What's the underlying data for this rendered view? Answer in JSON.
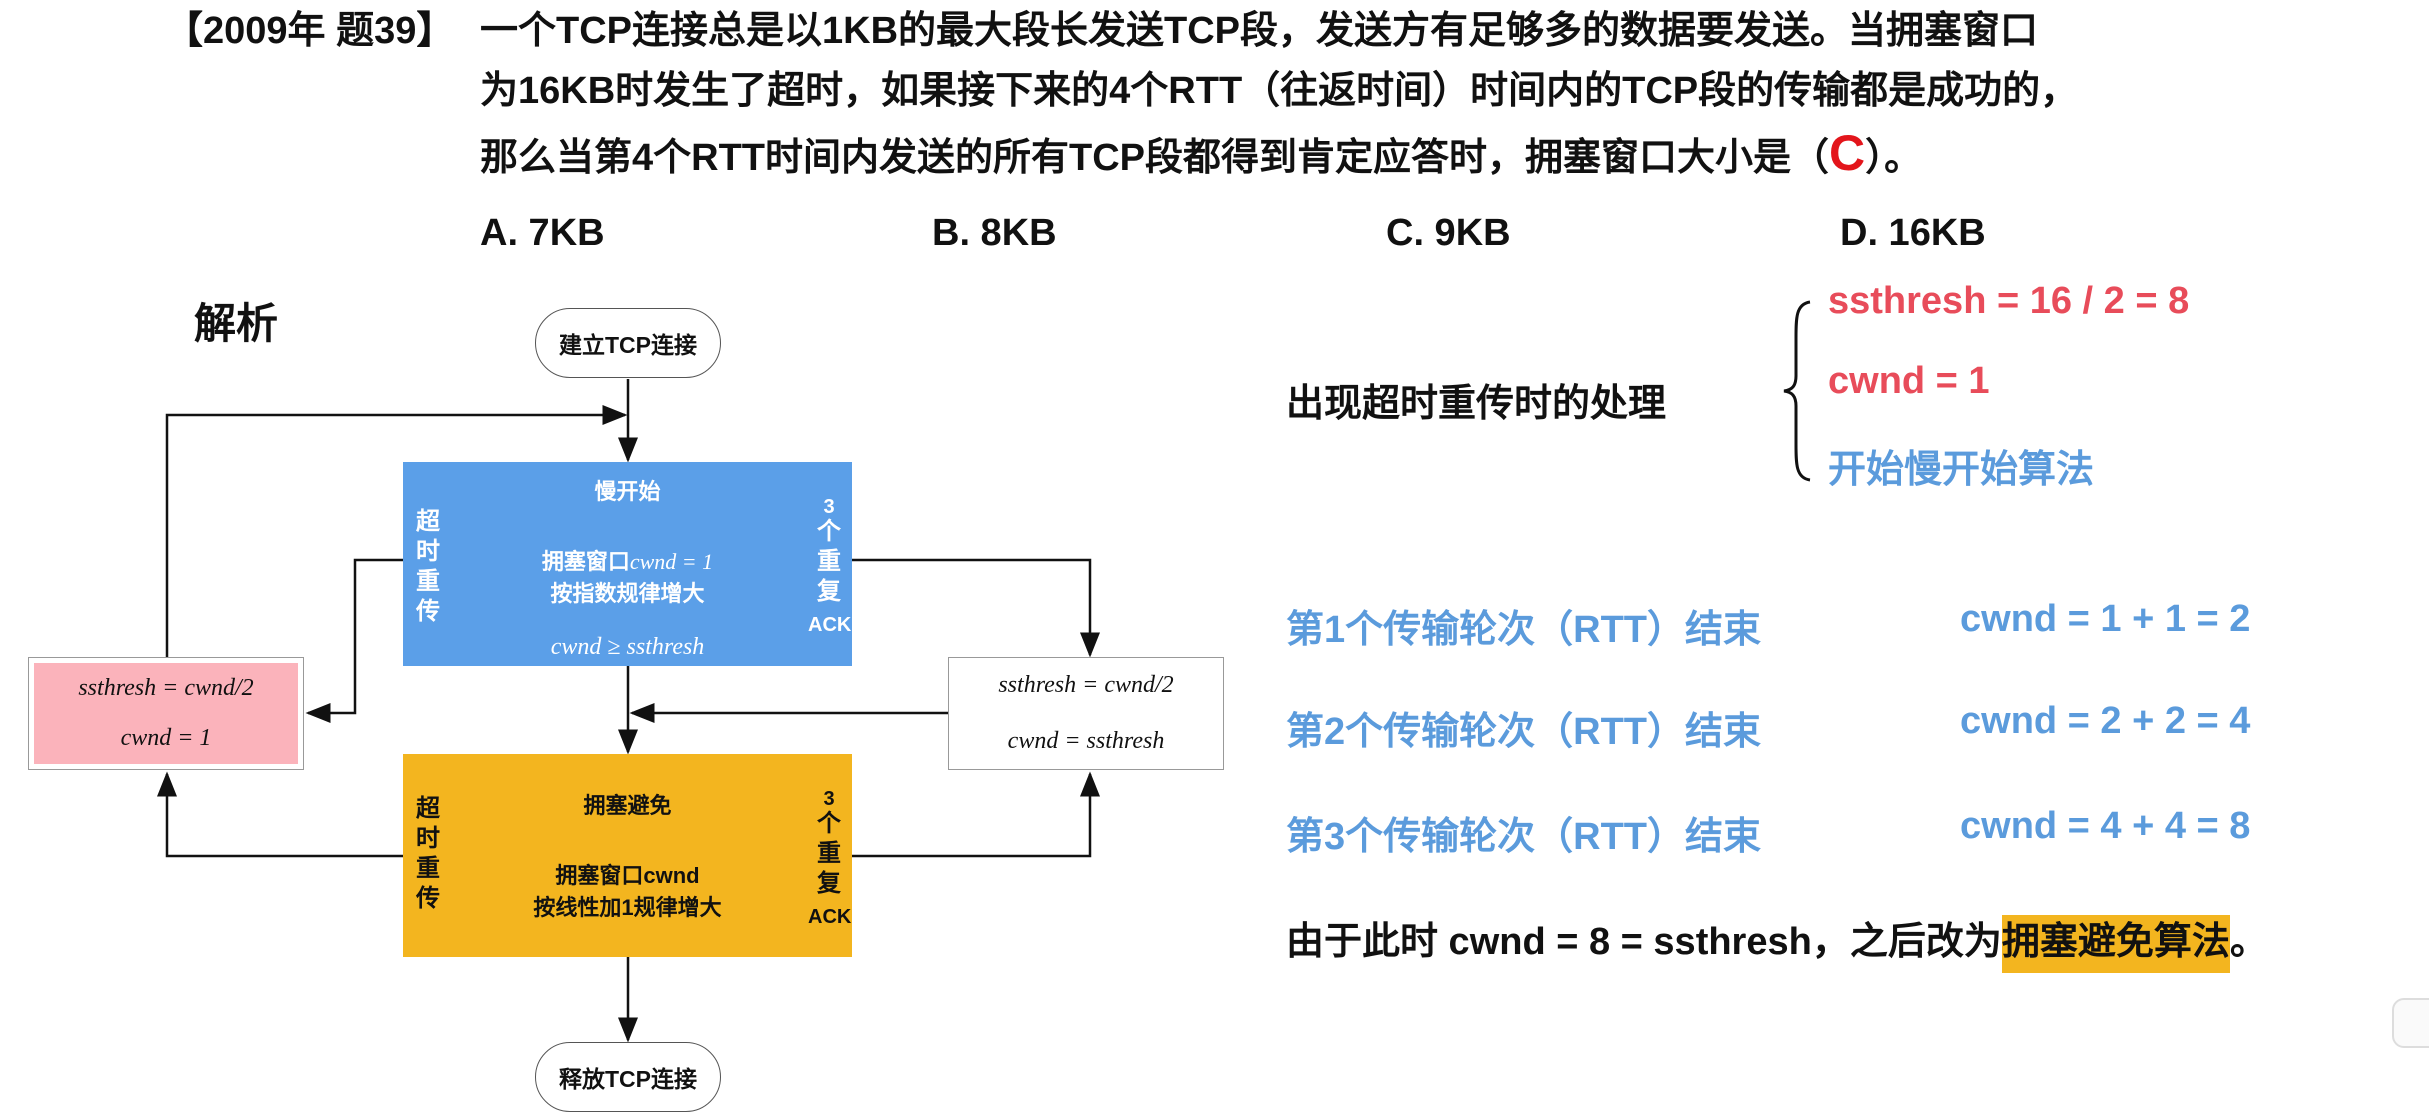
{
  "question": {
    "tag": "【2009年 题39】",
    "line1": "一个TCP连接总是以1KB的最大段长发送TCP段，发送方有足够多的数据要发送。当拥塞窗口",
    "line2": "为16KB时发生了超时，如果接下来的4个RTT（往返时间）时间内的TCP段的传输都是成功的，",
    "line3_before": "那么当第4个RTT时间内发送的所有TCP段都得到肯定应答时，拥塞窗口大小是（",
    "answer": "C",
    "line3_after": "）。",
    "options": [
      "A. 7KB",
      "B. 8KB",
      "C. 9KB",
      "D. 16KB"
    ]
  },
  "analysis_title": "解析",
  "flow": {
    "start": "建立TCP连接",
    "end": "释放TCP连接",
    "slow_start": {
      "title": "慢开始",
      "line1": "拥塞窗口",
      "line1_math": "cwnd = 1",
      "line2": "按指数规律增大",
      "cond": "cwnd ≥ ssthresh",
      "left": "超时重传",
      "right_num": "3",
      "right": "个重复",
      "right_ack": "ACK"
    },
    "avoid": {
      "title": "拥塞避免",
      "line1": "拥塞窗口cwnd",
      "line2": "按线性加1规律增大",
      "left": "超时重传",
      "right_num": "3",
      "right": "个重复",
      "right_ack": "ACK"
    },
    "timeout_box": {
      "line1": "ssthresh = cwnd/2",
      "line2": "cwnd = 1"
    },
    "dupack_box": {
      "line1": "ssthresh = cwnd/2",
      "line2": "cwnd = ssthresh"
    }
  },
  "right": {
    "timeout_label": "出现超时重传时的处理",
    "items": [
      "ssthresh = 16 / 2 = 8",
      "cwnd = 1",
      "开始慢开始算法"
    ],
    "rounds": [
      {
        "label": "第1个传输轮次（RTT）结束",
        "value": "cwnd = 1 + 1 = 2"
      },
      {
        "label": "第2个传输轮次（RTT）结束",
        "value": "cwnd = 2 + 2 = 4"
      },
      {
        "label": "第3个传输轮次（RTT）结束",
        "value": "cwnd = 4 + 4 = 8"
      }
    ],
    "conclusion_before": "由于此时 cwnd = 8 = ssthresh，之后改为",
    "conclusion_highlight": "拥塞避免算法",
    "conclusion_after": "。"
  },
  "colors": {
    "blue": "#5b9fe8",
    "yellow": "#f3b51f",
    "pink": "#fbb3bb",
    "red": "#e3151b"
  }
}
